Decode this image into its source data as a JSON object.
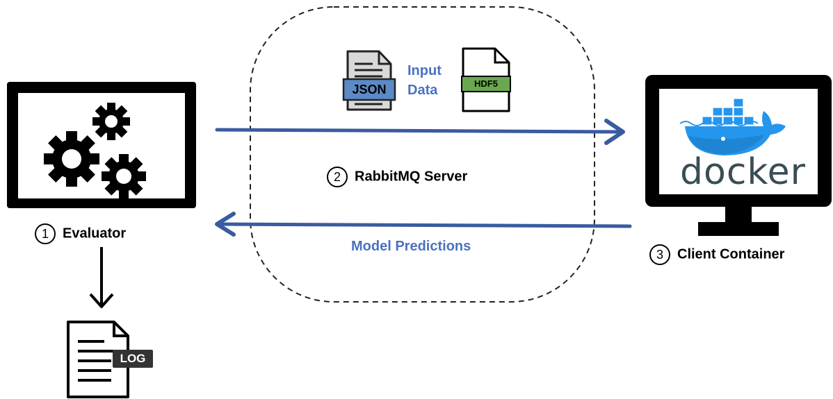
{
  "server": {
    "number": "2",
    "label": "RabbitMQ Server"
  },
  "evaluator": {
    "number": "1",
    "label": "Evaluator"
  },
  "client": {
    "number": "3",
    "label": "Client Container"
  },
  "input_data": {
    "line1": "Input",
    "line2": "Data"
  },
  "json_badge": "JSON",
  "hdf5_badge": "HDF5",
  "log_badge": "LOG",
  "model_predictions": "Model Predictions",
  "docker_word": "docker",
  "icons": [
    "gears-icon",
    "json-file-icon",
    "hdf5-file-icon",
    "log-file-icon",
    "docker-whale-icon",
    "monitor-icon"
  ],
  "colors": {
    "arrow": "#3a5ba0",
    "accent_text": "#4a72c0",
    "hdf5_green": "#6aa84f",
    "docker_blue": "#2496ed"
  }
}
